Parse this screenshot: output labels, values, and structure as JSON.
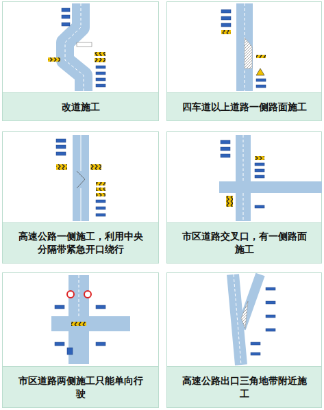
{
  "diagram": {
    "nodes": [
      {
        "text": [
          "改道施工"
        ]
      },
      {
        "text": [
          "四车道以上道路一侧路面施工"
        ]
      },
      {
        "text": [
          "高速公路一侧施工，利用中央分隔带紧急开口绕行"
        ]
      },
      {
        "text": [
          "市区道路交叉口，有一侧路面施工"
        ]
      },
      {
        "text": [
          "市区道路两侧施工只能单向行驶"
        ]
      },
      {
        "text": [
          "高速公路出口三角地带附近施工"
        ]
      }
    ]
  }
}
